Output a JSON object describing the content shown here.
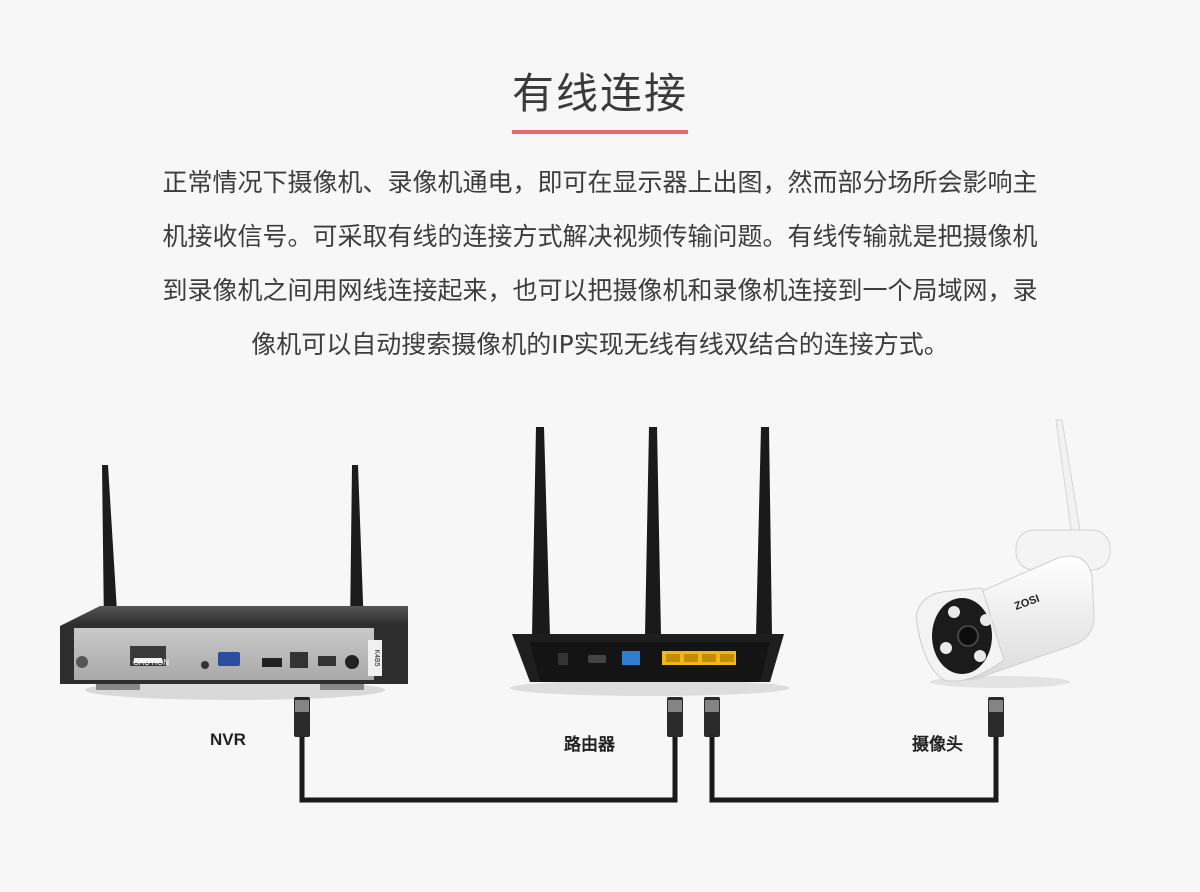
{
  "title": "有线连接",
  "paragraph": [
    "正常情况下摄像机、录像机通电，即可在显示器上出图，然而部分场所会影响主",
    "机接收信号。可采取有线的连接方式解决视频传输问题。有线传输就是把摄像机",
    "到录像机之间用网线连接起来，也可以把摄像机和录像机连接到一个局域网，录",
    "像机可以自动搜索摄像机的IP实现无线有线双结合的连接方式。"
  ],
  "devices": {
    "nvr": {
      "label": "NVR",
      "caution": "CAUTION",
      "side_tag": "K4B5"
    },
    "router": {
      "label": "路由器"
    },
    "camera": {
      "label": "摄像头",
      "brand": "ZOSI"
    }
  },
  "colors": {
    "accent": "#e8676b",
    "cable": "#1a1a1a",
    "router_lan": "#f2b619",
    "router_wan": "#2f7fd1"
  }
}
